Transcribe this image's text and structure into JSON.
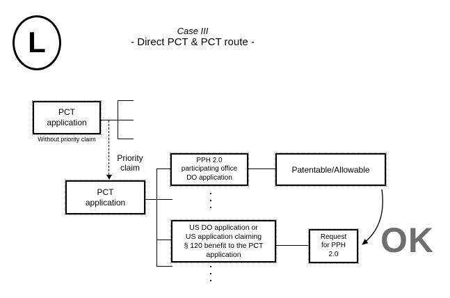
{
  "logo": {
    "letter": "L"
  },
  "header": {
    "title": "Case III",
    "subtitle": "- Direct PCT & PCT route -"
  },
  "diagram": {
    "pct1": {
      "lines": [
        "PCT",
        "application"
      ],
      "caption": "Without priority claim"
    },
    "priority_label": {
      "lines": [
        "Priority",
        "claim"
      ]
    },
    "pct2": {
      "lines": [
        "PCT",
        "application"
      ]
    },
    "pph_office": {
      "lines": [
        "PPH 2.0",
        "participating office",
        "DO application"
      ]
    },
    "patentable": {
      "label": "Patentable/Allowable"
    },
    "us_do": {
      "lines": [
        "US DO application or",
        "US application claiming",
        "§ 120 benefit to the PCT",
        "application"
      ]
    },
    "request": {
      "lines": [
        "Request",
        "for PPH",
        "2.0"
      ]
    },
    "ok": {
      "label": "OK",
      "color": "#6f6f6f"
    },
    "line_color": "#000000"
  }
}
